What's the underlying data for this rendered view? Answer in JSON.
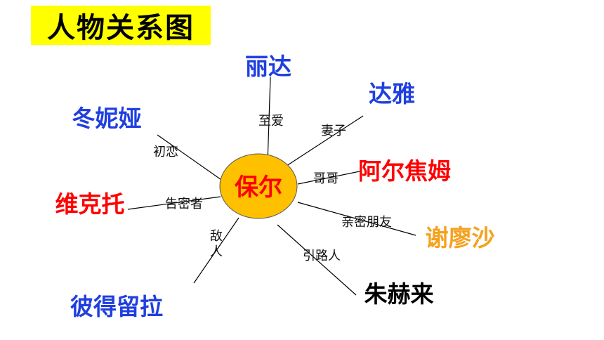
{
  "title": "人物关系图",
  "colors": {
    "title_bg": "#ffff00",
    "center_fill": "#ffc000",
    "center_text": "#ff0000",
    "blue": "#1f3fe0",
    "red": "#ff0000",
    "orange": "#f4a11d",
    "black": "#000000",
    "line": "#000000"
  },
  "center": {
    "name": "保尔"
  },
  "people": [
    {
      "name": "丽达",
      "relation": "至爱",
      "color": "blue"
    },
    {
      "name": "达雅",
      "relation": "妻子",
      "color": "blue"
    },
    {
      "name": "阿尔焦姆",
      "relation": "哥哥",
      "color": "red"
    },
    {
      "name": "谢廖沙",
      "relation": "亲密朋友",
      "color": "orange"
    },
    {
      "name": "朱赫来",
      "relation": "引路人",
      "color": "black"
    },
    {
      "name": "彼得留拉",
      "relation": "敌人",
      "color": "blue"
    },
    {
      "name": "维克托",
      "relation": "告密者",
      "color": "red"
    },
    {
      "name": "冬妮娅",
      "relation": "初恋",
      "color": "blue"
    }
  ]
}
